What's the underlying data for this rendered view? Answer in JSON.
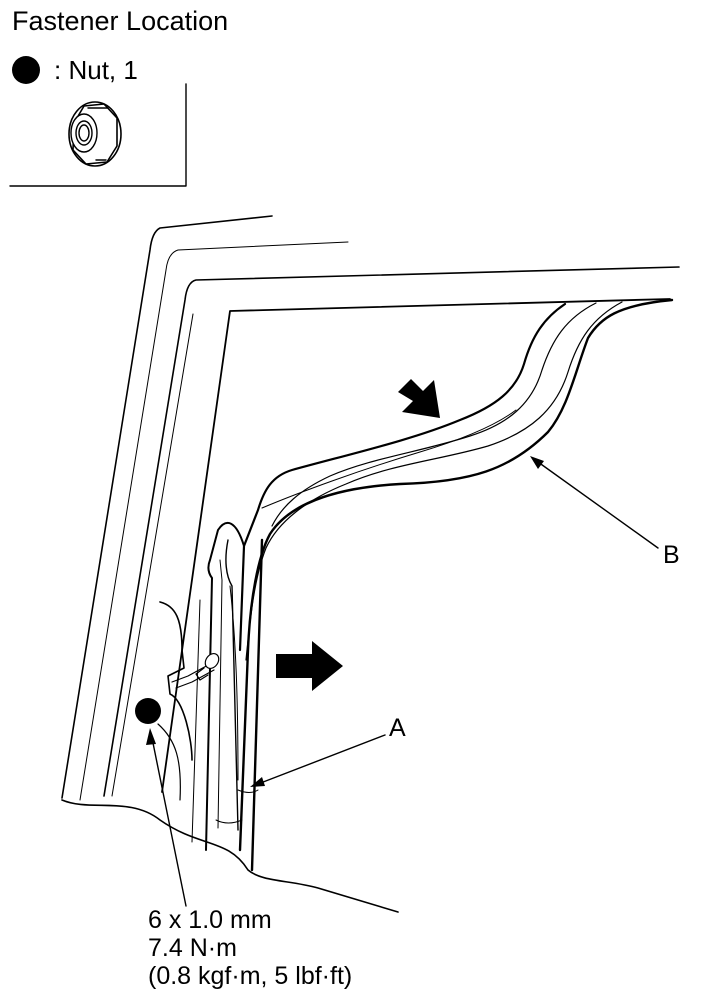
{
  "title": "Fastener Location",
  "legend": {
    "separator": ":",
    "fastener": "Nut, 1",
    "icon": "filled-circle-icon",
    "image": "flange-nut-icon"
  },
  "labels": {
    "a": "A",
    "b": "B"
  },
  "torque_spec": {
    "size": "6 x 1.0 mm",
    "torque_nm": "7.4 N·m",
    "torque_alt": "(0.8 kgf·m, 5 lbf·ft)"
  },
  "colors": {
    "ink": "#000000",
    "background": "#ffffff"
  }
}
